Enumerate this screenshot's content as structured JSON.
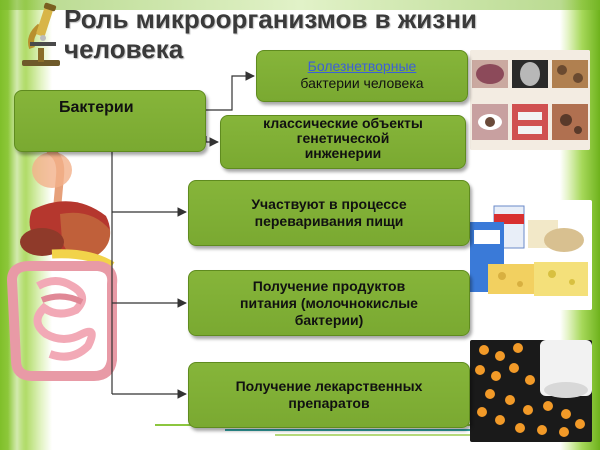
{
  "slide": {
    "title": "Роль микроорганизмов в жизни человека",
    "root_label": "Бактерии",
    "items": [
      {
        "accent": "Болезнетворные",
        "text": "бактерии человека"
      },
      {
        "text": "классические объекты\nгенетической\nинженерии"
      },
      {
        "text": "Участвуют в процессе\nпереваривания пищи"
      },
      {
        "text": "Получение продуктов\nпитания (молочнокислые\nбактерии)"
      },
      {
        "text": "Получение лекарственных\nпрепаратов"
      }
    ]
  },
  "colors": {
    "box_fill": "#7fae34",
    "box_border": "#5f8b1f",
    "title_text": "#3a3a3a",
    "accent_link": "#3b5fd9",
    "connector": "#333333"
  },
  "icons": {
    "microscope": "microscope-icon",
    "digestive": "digestive-system-illustration",
    "bacteria_photos": "bacteria-photo-collage",
    "dairy": "dairy-products-photo",
    "pills": "pills-photo"
  }
}
